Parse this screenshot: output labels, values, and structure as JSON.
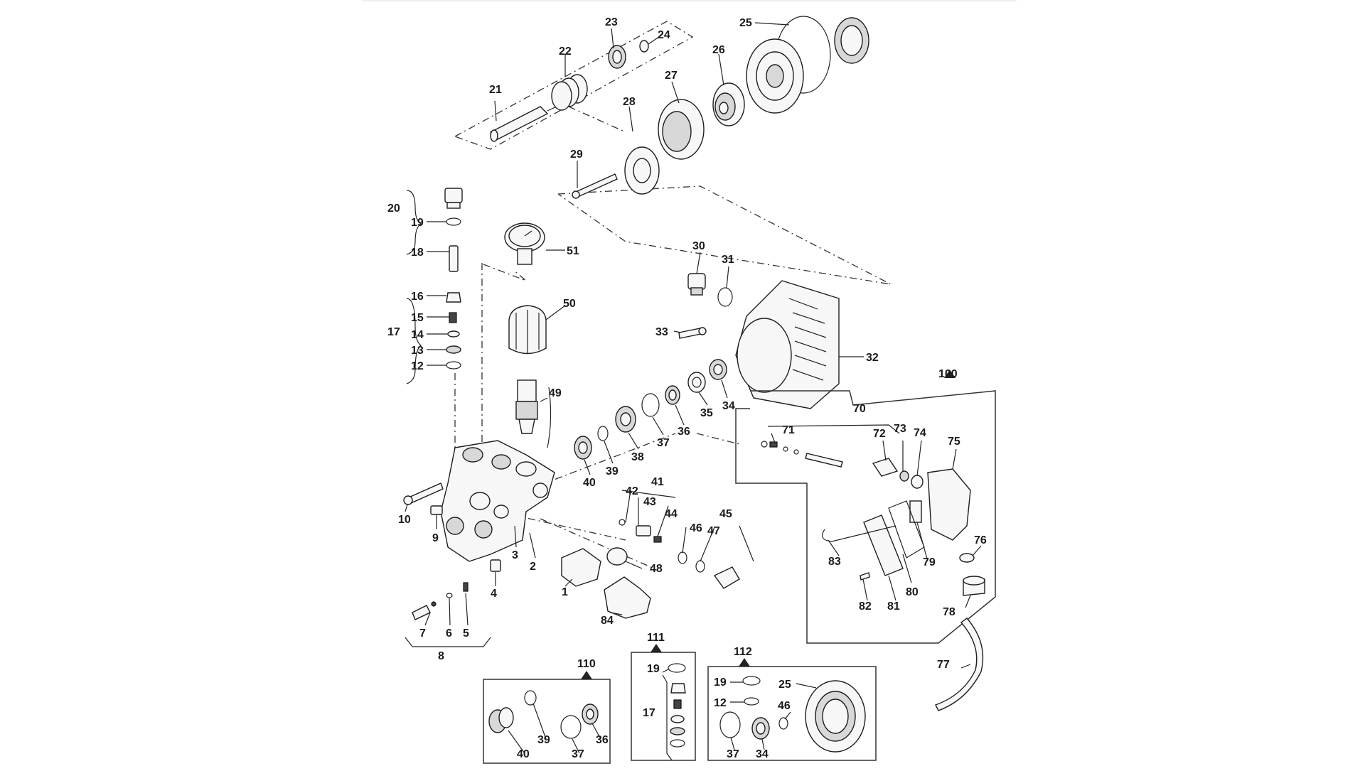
{
  "diagram": {
    "labels": {
      "n1": "1",
      "n2": "2",
      "n3": "3",
      "n4": "4",
      "n5": "5",
      "n6": "6",
      "n7": "7",
      "n8": "8",
      "n9": "9",
      "n10": "10",
      "n12": "12",
      "n13": "13",
      "n14": "14",
      "n15": "15",
      "n16": "16",
      "n17": "17",
      "n18": "18",
      "n19": "19",
      "n20": "20",
      "n21": "21",
      "n22": "22",
      "n23": "23",
      "n24": "24",
      "n25": "25",
      "n26": "26",
      "n27": "27",
      "n28": "28",
      "n29": "29",
      "n30": "30",
      "n31": "31",
      "n32": "32",
      "n33": "33",
      "n34": "34",
      "n35": "35",
      "n36": "36",
      "n37": "37",
      "n38": "38",
      "n39": "39",
      "n40": "40",
      "n41": "41",
      "n42": "42",
      "n43": "43",
      "n44": "44",
      "n45": "45",
      "n46": "46",
      "n47": "47",
      "n48": "48",
      "n49": "49",
      "n50": "50",
      "n51": "51",
      "n70": "70",
      "n71": "71",
      "n72": "72",
      "n73": "73",
      "n74": "74",
      "n75": "75",
      "n76": "76",
      "n77": "77",
      "n78": "78",
      "n79": "79",
      "n80": "80",
      "n81": "81",
      "n82": "82",
      "n83": "83",
      "n84": "84",
      "n100": "100"
    },
    "kits": {
      "k110": {
        "title": "110",
        "a": "40",
        "b": "39",
        "c": "37",
        "d": "36"
      },
      "k111": {
        "title": "111",
        "a": "19",
        "b": "17"
      },
      "k112": {
        "title": "112",
        "a": "19",
        "b": "12",
        "c": "25",
        "d": "46",
        "e": "37",
        "f": "34"
      }
    }
  }
}
